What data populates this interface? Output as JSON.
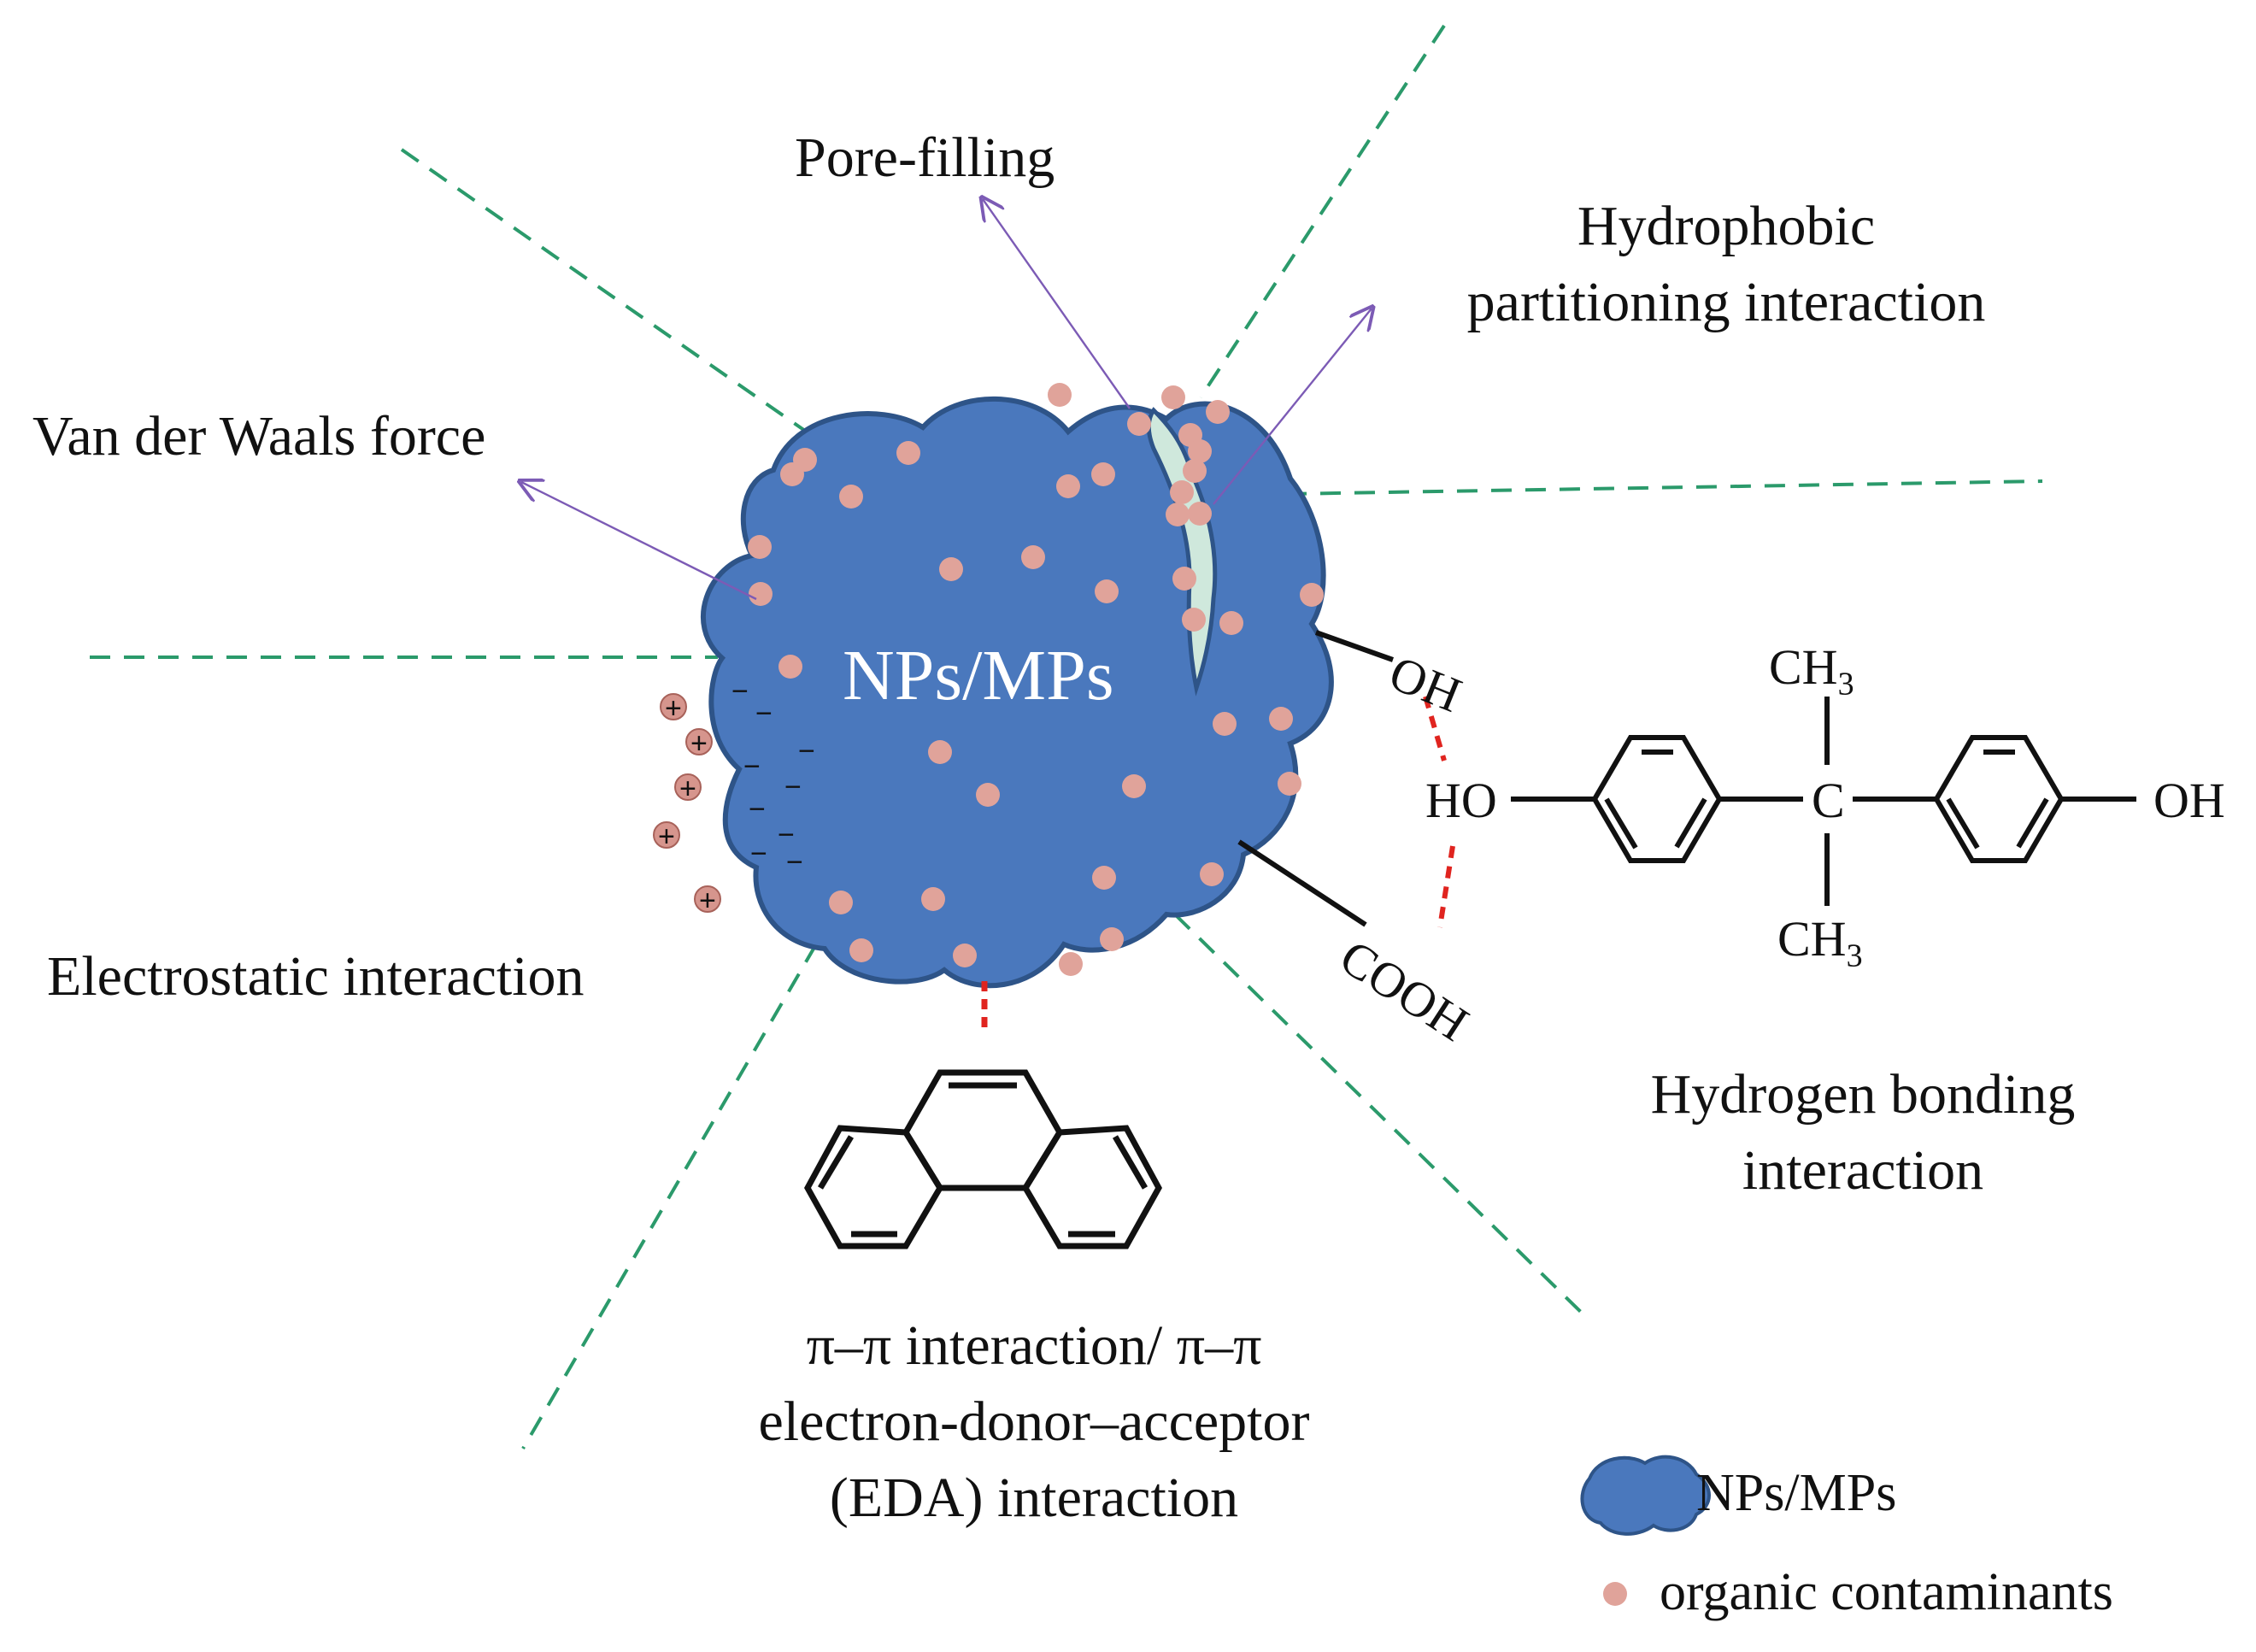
{
  "title": "",
  "labels": {
    "pore_filling": "Pore-filling",
    "hydrophobic_line1": "Hydrophobic",
    "hydrophobic_line2": "partitioning interaction",
    "van_der_waals": "Van der Waals force",
    "electrostatic": "Electrostatic interaction",
    "hydrogen_line1": "Hydrogen bonding",
    "hydrogen_line2": "interaction",
    "pi_line1": "π–π interaction/ π–π",
    "pi_line2": "electron-donor–acceptor",
    "pi_line3": "(EDA) interaction"
  },
  "particle": {
    "label": "NPs/MPs",
    "surface_charge": "−",
    "contaminant_charge": "+",
    "groups": {
      "hydroxyl": "OH",
      "carboxyl": "COOH"
    }
  },
  "bisphenol": {
    "left_group": "HO",
    "right_group": "OH",
    "center_atom": "C",
    "top_group": "CH",
    "bottom_group": "CH",
    "subscript": "3"
  },
  "legend": {
    "items": [
      {
        "label": "NPs/MPs",
        "icon": "particle-icon"
      },
      {
        "label": "organic contaminants",
        "icon": "contaminant-dot-icon"
      }
    ]
  },
  "colors": {
    "particle_fill": "#4a78bd",
    "particle_stroke": "#2e5488",
    "contaminant": "#e0a39a",
    "divider": "#2b9a6b",
    "arrow": "#7c5bb5",
    "hbond": "#e0241f",
    "pore": "#cfe8dc"
  }
}
